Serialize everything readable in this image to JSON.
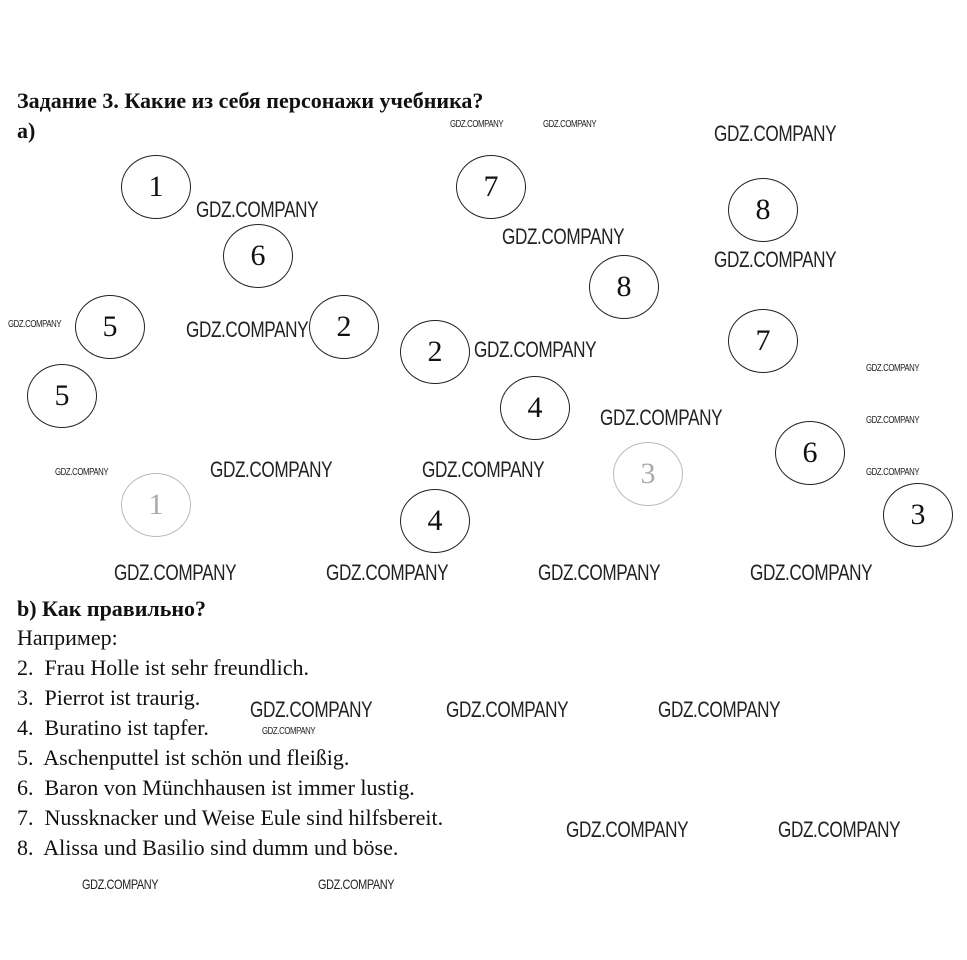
{
  "title": "Задание 3. Какие из себя персонажи учебника?",
  "part_a": "a)",
  "circles": [
    "1",
    "6",
    "5",
    "5",
    "2",
    "2",
    "7",
    "8",
    "4",
    "8",
    "7",
    "6",
    "3",
    "1",
    "4",
    "3"
  ],
  "part_b": "b) Как правильно?",
  "example_label": "Например:",
  "answers": [
    {
      "num": "2.",
      "text": "Frau Holle ist sehr freundlich."
    },
    {
      "num": "3.",
      "text": "Pierrot ist traurig."
    },
    {
      "num": "4.",
      "text": "Buratino ist tapfer."
    },
    {
      "num": "5.",
      "text": "Aschenputtel ist schön und fleißig."
    },
    {
      "num": "6.",
      "text": "Baron von Münchhausen ist immer lustig."
    },
    {
      "num": "7.",
      "text": "Nussknacker und Weise Eule sind hilfsbereit."
    },
    {
      "num": "8.",
      "text": "Alissa und Basilio sind dumm und böse."
    }
  ],
  "watermark": "GDZ.COMPANY"
}
